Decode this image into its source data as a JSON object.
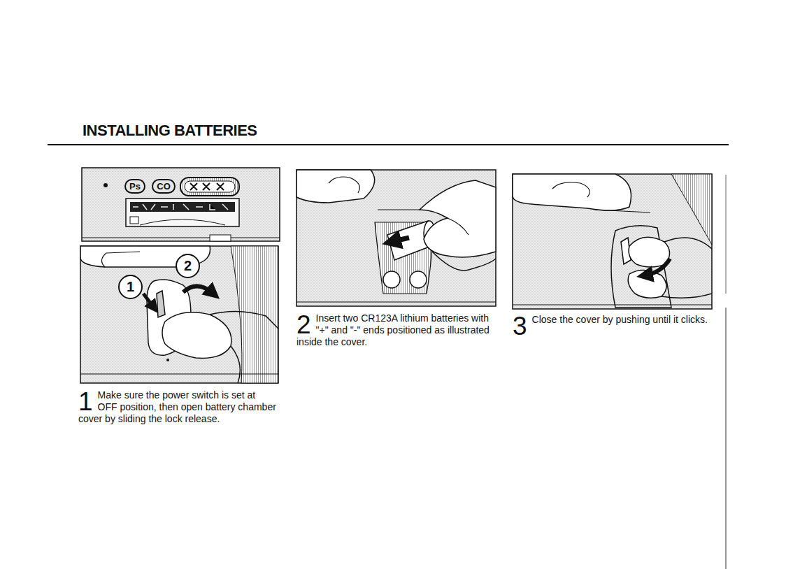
{
  "diagram": {
    "title": "INSTALLING BATTERIES",
    "nodes": [
      {
        "text": [
          "Ps"
        ]
      },
      {
        "text": [
          "CO"
        ]
      },
      {
        "text": [
          "1"
        ]
      },
      {
        "text": [
          "2"
        ]
      }
    ],
    "labels": [
      "1",
      "Make sure the power switch is set at OFF position, then open battery chamber cover by sliding the lock release.",
      "2",
      "Insert two CR123A lithium batteries with \"+\" and \"-\" ends positioned as illustrated inside the cover.",
      "3",
      "Close the cover by pushing until it clicks."
    ]
  }
}
